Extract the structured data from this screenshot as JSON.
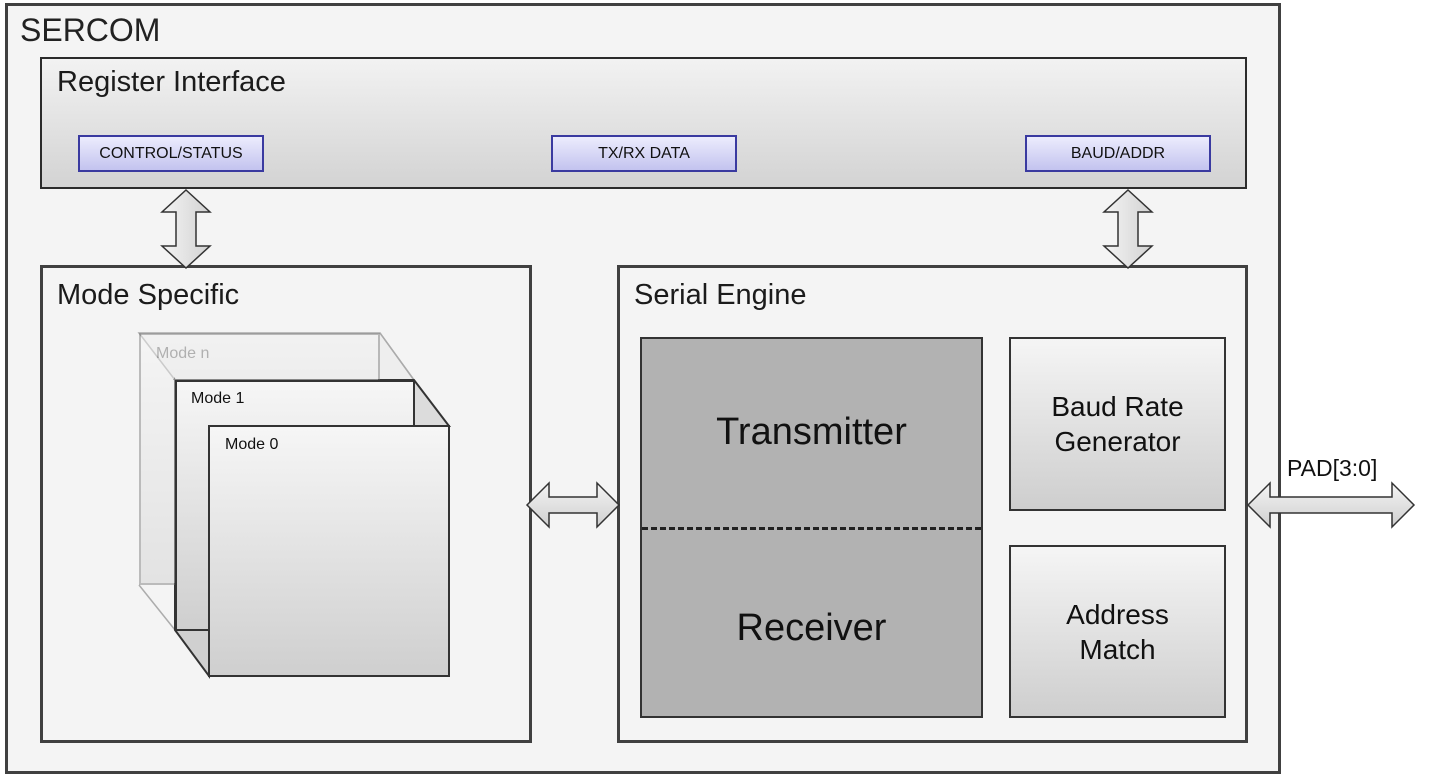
{
  "sercom": {
    "title": "SERCOM"
  },
  "register_interface": {
    "title": "Register Interface",
    "registers": [
      "CONTROL/STATUS",
      "TX/RX DATA",
      "BAUD/ADDR"
    ]
  },
  "mode_specific": {
    "title": "Mode Specific",
    "modes": [
      "Mode n",
      "Mode 1",
      "Mode 0"
    ]
  },
  "serial_engine": {
    "title": "Serial Engine",
    "transmitter": "Transmitter",
    "receiver": "Receiver",
    "baud_rate_generator": [
      "Baud Rate",
      "Generator"
    ],
    "address_match": [
      "Address",
      "Match"
    ]
  },
  "pad": {
    "label": "PAD[3:0]"
  },
  "colors": {
    "border": "#404040",
    "register_fill": "#c3c3ef",
    "register_border": "#3a3aa0",
    "engine_fill": "#b2b2b2"
  }
}
